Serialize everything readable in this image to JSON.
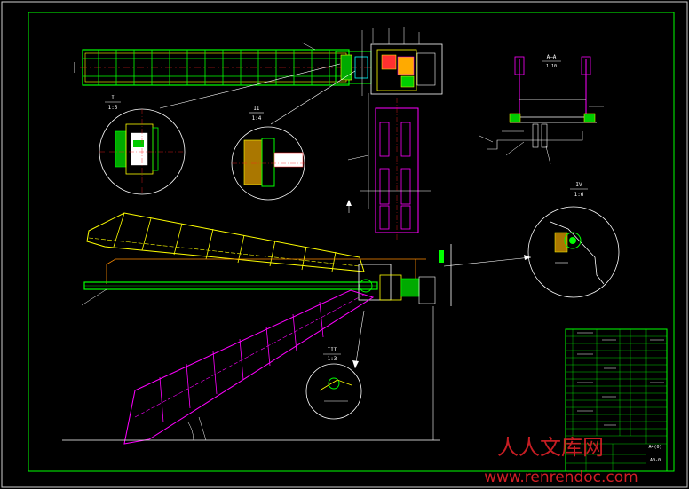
{
  "sheet": {
    "background": "#000000",
    "frame_color": "#00ff00",
    "colors": {
      "green": "#00ff00",
      "yellow": "#ffff00",
      "magenta": "#ff00ff",
      "white": "#ffffff",
      "red": "#ff2020",
      "cyan": "#00ffff",
      "blue": "#4a6cff"
    }
  },
  "details": {
    "detail_1": {
      "label": "I",
      "scale": "1:5"
    },
    "detail_2": {
      "label": "II",
      "scale": "1:4"
    },
    "detail_3": {
      "label": "IV",
      "scale": "1:6"
    },
    "detail_4": {
      "label": "III",
      "scale": "1:3"
    }
  },
  "section": {
    "label": "A—A",
    "scale": "1:10"
  },
  "title_block": {
    "name_line": "A4(0)",
    "dwg_no": "A0-0"
  },
  "watermark": {
    "cn": "人人文库网",
    "url": "www.renrendoc.com"
  }
}
